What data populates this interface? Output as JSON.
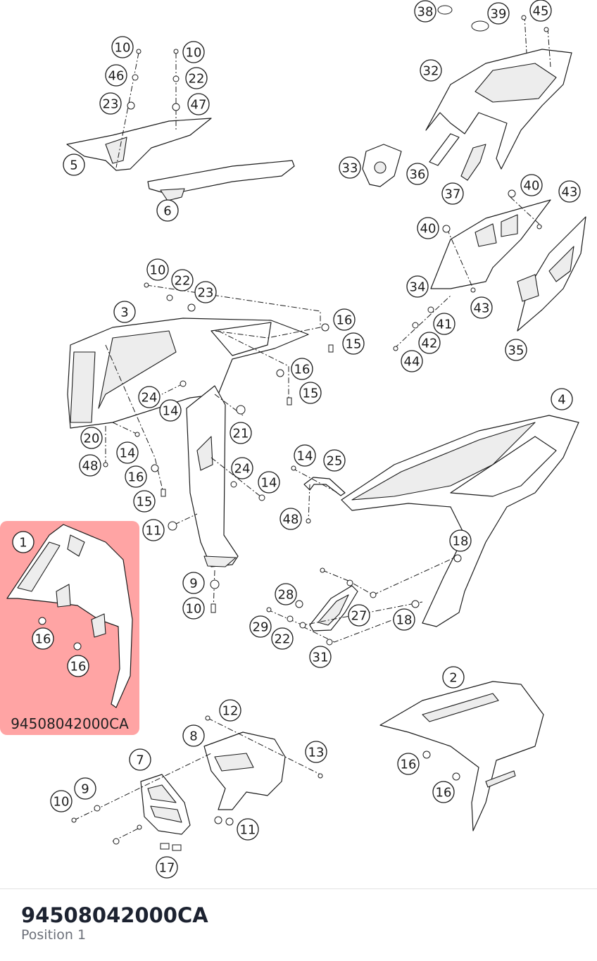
{
  "diagram": {
    "highlight": {
      "code": "94508042000CA",
      "item": "1"
    },
    "callouts": [
      {
        "id": "c-1",
        "label": "1"
      },
      {
        "id": "c-2",
        "label": "2"
      },
      {
        "id": "c-3",
        "label": "3"
      },
      {
        "id": "c-4",
        "label": "4"
      },
      {
        "id": "c-5",
        "label": "5"
      },
      {
        "id": "c-6",
        "label": "6"
      },
      {
        "id": "c-7",
        "label": "7"
      },
      {
        "id": "c-8",
        "label": "8"
      },
      {
        "id": "c-9a",
        "label": "9"
      },
      {
        "id": "c-9b",
        "label": "9"
      },
      {
        "id": "c-10a",
        "label": "10"
      },
      {
        "id": "c-10b",
        "label": "10"
      },
      {
        "id": "c-10c",
        "label": "10"
      },
      {
        "id": "c-10d",
        "label": "10"
      },
      {
        "id": "c-10e",
        "label": "10"
      },
      {
        "id": "c-11a",
        "label": "11"
      },
      {
        "id": "c-11b",
        "label": "11"
      },
      {
        "id": "c-12",
        "label": "12"
      },
      {
        "id": "c-13",
        "label": "13"
      },
      {
        "id": "c-14a",
        "label": "14"
      },
      {
        "id": "c-14b",
        "label": "14"
      },
      {
        "id": "c-14c",
        "label": "14"
      },
      {
        "id": "c-14d",
        "label": "14"
      },
      {
        "id": "c-15a",
        "label": "15"
      },
      {
        "id": "c-15b",
        "label": "15"
      },
      {
        "id": "c-15c",
        "label": "15"
      },
      {
        "id": "c-16a",
        "label": "16"
      },
      {
        "id": "c-16b",
        "label": "16"
      },
      {
        "id": "c-16c",
        "label": "16"
      },
      {
        "id": "c-16d",
        "label": "16"
      },
      {
        "id": "c-16e",
        "label": "16"
      },
      {
        "id": "c-16f",
        "label": "16"
      },
      {
        "id": "c-16g",
        "label": "16"
      },
      {
        "id": "c-17",
        "label": "17"
      },
      {
        "id": "c-18a",
        "label": "18"
      },
      {
        "id": "c-18b",
        "label": "18"
      },
      {
        "id": "c-20",
        "label": "20"
      },
      {
        "id": "c-21",
        "label": "21"
      },
      {
        "id": "c-22a",
        "label": "22"
      },
      {
        "id": "c-22b",
        "label": "22"
      },
      {
        "id": "c-22c",
        "label": "22"
      },
      {
        "id": "c-23a",
        "label": "23"
      },
      {
        "id": "c-23b",
        "label": "23"
      },
      {
        "id": "c-24a",
        "label": "24"
      },
      {
        "id": "c-24b",
        "label": "24"
      },
      {
        "id": "c-25",
        "label": "25"
      },
      {
        "id": "c-27",
        "label": "27"
      },
      {
        "id": "c-28",
        "label": "28"
      },
      {
        "id": "c-29",
        "label": "29"
      },
      {
        "id": "c-31",
        "label": "31"
      },
      {
        "id": "c-32",
        "label": "32"
      },
      {
        "id": "c-33",
        "label": "33"
      },
      {
        "id": "c-34",
        "label": "34"
      },
      {
        "id": "c-35",
        "label": "35"
      },
      {
        "id": "c-36",
        "label": "36"
      },
      {
        "id": "c-37",
        "label": "37"
      },
      {
        "id": "c-38",
        "label": "38"
      },
      {
        "id": "c-39",
        "label": "39"
      },
      {
        "id": "c-40a",
        "label": "40"
      },
      {
        "id": "c-40b",
        "label": "40"
      },
      {
        "id": "c-41",
        "label": "41"
      },
      {
        "id": "c-42",
        "label": "42"
      },
      {
        "id": "c-43a",
        "label": "43"
      },
      {
        "id": "c-43b",
        "label": "43"
      },
      {
        "id": "c-44",
        "label": "44"
      },
      {
        "id": "c-45",
        "label": "45"
      },
      {
        "id": "c-46",
        "label": "46"
      },
      {
        "id": "c-47",
        "label": "47"
      },
      {
        "id": "c-48a",
        "label": "48"
      },
      {
        "id": "c-48b",
        "label": "48"
      }
    ]
  },
  "footer": {
    "part_number": "94508042000CA",
    "position": "Position 1"
  },
  "colors": {
    "highlight": "#ff5a5a",
    "line": "#1b1b1b",
    "footer_text": "#1c2230",
    "muted_text": "#6b6f78"
  }
}
